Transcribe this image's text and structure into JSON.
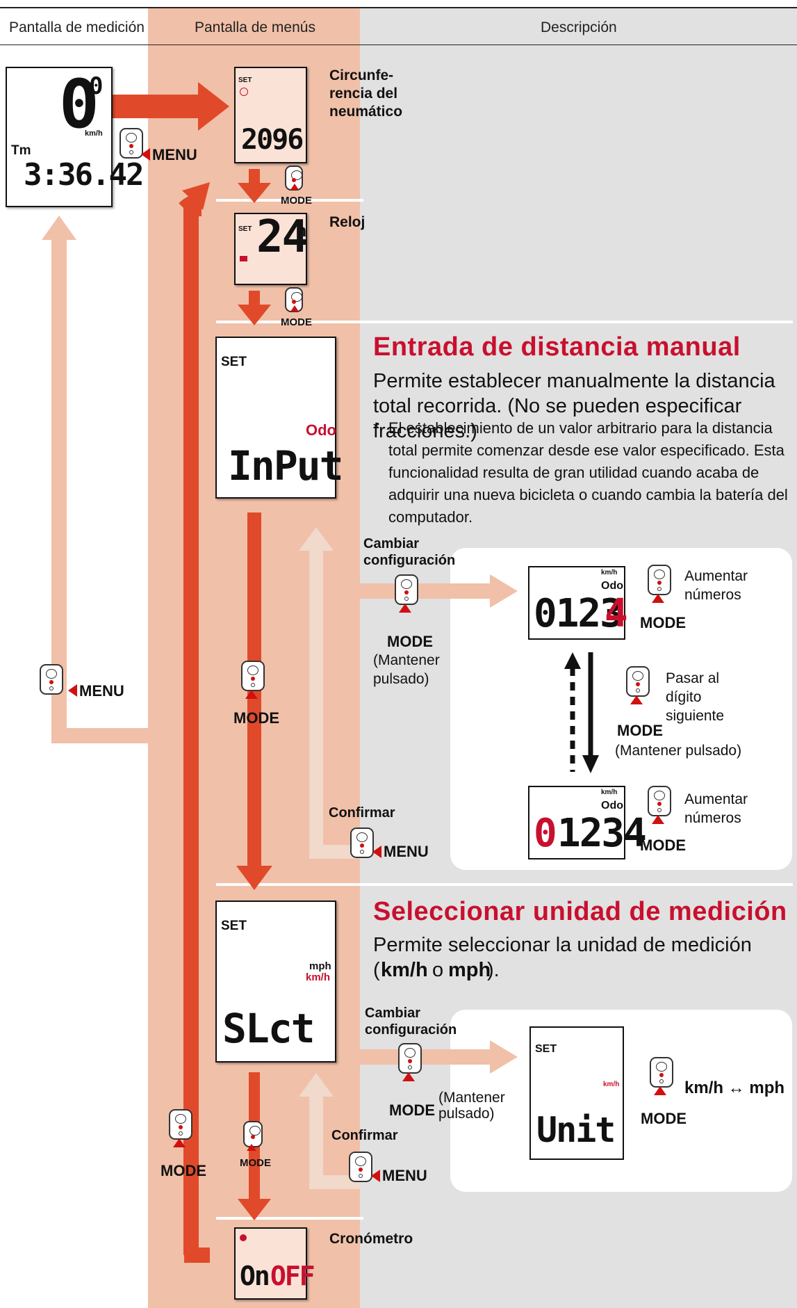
{
  "headers": {
    "measurement": "Pantalla de medición",
    "menus": "Pantalla de menús",
    "description": "Descripción"
  },
  "measurement_screen": {
    "speed": "0",
    "speed_decimal": "0",
    "speed_unit": "km/h",
    "tm_label": "Tm",
    "tm_value": "3:36.42"
  },
  "button_labels": {
    "menu": "MENU",
    "mode": "MODE"
  },
  "menu_screens": {
    "tire": {
      "set": "SET",
      "value": "2096",
      "label": "Circunfe-\nrencia del\nneumático"
    },
    "clock": {
      "set": "SET",
      "value": "24",
      "suffix": "h",
      "label": "Reloj"
    },
    "input": {
      "set": "SET",
      "odo": "Odo",
      "value": "InPut"
    },
    "unit": {
      "set": "SET",
      "mph": "mph",
      "kmh": "km/h",
      "value": "SLct"
    },
    "stopwatch": {
      "value_on": "On",
      "value_off": "OFF",
      "label": "Cronómetro"
    }
  },
  "manual_distance": {
    "title": "Entrada de distancia manual",
    "description": "Permite establecer manualmente la distancia total recorrida. (No se pueden especificar fracciones.)",
    "note_star": "*",
    "note": "El establecimiento de un valor arbitrario para la distancia total permite comenzar desde ese valor especificado. Esta funcionalidad resulta de gran utilidad cuando acaba de adquirir una nueva bicicleta o cuando cambia la batería del computador.",
    "change_config": "Cambiar\nconfiguración",
    "hold": "(Mantener\npulsado)",
    "confirm": "Confirmar",
    "lcd1": {
      "unit": "km/h",
      "odo": "Odo",
      "digits": "0123",
      "active_digit": "4"
    },
    "lcd2": {
      "unit": "km/h",
      "odo": "Odo",
      "active_digit": "0",
      "digits": "1234"
    },
    "increase": "Aumentar\nnúmeros",
    "next_digit": "Pasar al\ndígito\nsiguiente",
    "next_hold": "(Mantener pulsado)"
  },
  "unit_select": {
    "title": "Seleccionar unidad de medición",
    "description_prefix": "Permite seleccionar la unidad de medición\n(",
    "kmh": "km/h",
    "or": " o ",
    "mph": "mph",
    "description_suffix": ").",
    "change_config": "Cambiar\nconfiguración",
    "hold": "(Mantener\npulsado)",
    "confirm": "Confirmar",
    "lcd": {
      "set": "SET",
      "unit": "km/h",
      "value": "Unit"
    },
    "toggle": "km/h ↔ mph"
  },
  "colors": {
    "accent_red": "#c8102e",
    "arrow_orange": "#e04a2a",
    "menu_bg": "#f1c0a8",
    "desc_bg": "#e1e1e1"
  }
}
